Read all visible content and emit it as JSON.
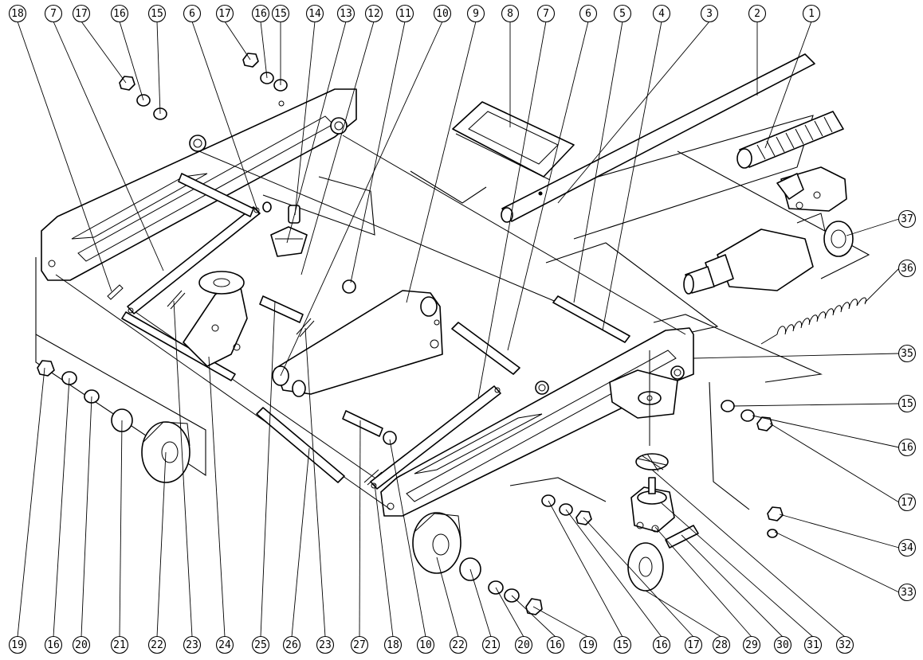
{
  "drawing": {
    "top_callouts": [
      "18",
      "7",
      "17",
      "16",
      "15",
      "6",
      "17",
      "16",
      "15",
      "14",
      "13",
      "12",
      "11",
      "10",
      "9",
      "8",
      "7",
      "6",
      "5",
      "4",
      "3",
      "2",
      "1"
    ],
    "right_callouts": [
      "37",
      "36",
      "35",
      "15",
      "16",
      "17",
      "34",
      "33"
    ],
    "bottom_callouts": [
      "19",
      "16",
      "20",
      "21",
      "22",
      "23",
      "24",
      "25",
      "26",
      "23",
      "27",
      "18",
      "10",
      "22",
      "21",
      "20",
      "16",
      "19",
      "15",
      "16",
      "17",
      "28",
      "29",
      "30",
      "31",
      "32"
    ]
  }
}
